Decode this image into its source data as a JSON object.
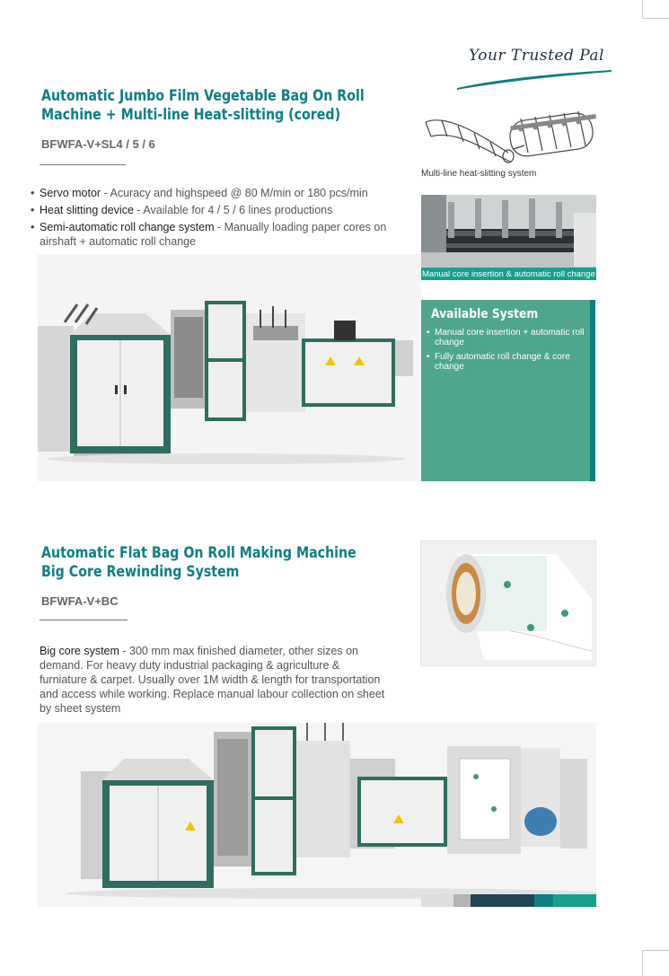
{
  "brand": {
    "tagline": "Your Trusted Pal"
  },
  "section1": {
    "title_line1": "Automatic Jumbo Film Vegetable Bag On Roll",
    "title_line2": "Machine + Multi-line Heat-slitting (cored)",
    "model": "BFWFA-V+SL4 / 5 / 6",
    "bullets": [
      {
        "name": "Servo motor",
        "desc": " - Acuracy and highspeed @ 80 M/min or 180 pcs/min"
      },
      {
        "name": "Heat slitting device",
        "desc": " - Available for 4 / 5 / 6 lines productions"
      },
      {
        "name": "Semi-automatic roll change system",
        "desc": " - Manually loading paper cores on airshaft + automatic roll change"
      }
    ],
    "caption_slitting": "Multi-line heat-slitting system",
    "caption_core": "Manual core insertion & automatic roll change",
    "available": {
      "heading": "Available System",
      "items": [
        "Manual core insertion + automatic roll change",
        "Fully automatic roll change & core change"
      ]
    }
  },
  "section2": {
    "title_line1": "Automatic Flat Bag On Roll Making Machine",
    "title_line2": "Big Core Rewinding System",
    "model": "BFWFA-V+BC",
    "para_lead": "Big core system",
    "para_body": " - 300 mm max finished diameter, other sizes on demand. For heavy duty industrial packaging & agriculture & furniature & carpet. Usually over 1M width & length for transportation and access while working. Replace manual labour collection on sheet by sheet system"
  },
  "colors": {
    "teal": "#0e7f83",
    "green_panel": "#4ea68c",
    "machine_green": "#2e6e60",
    "strip": [
      "#dedede",
      "#b3b3b3",
      "#1f4654",
      "#0e7f83",
      "#17a08c"
    ]
  }
}
